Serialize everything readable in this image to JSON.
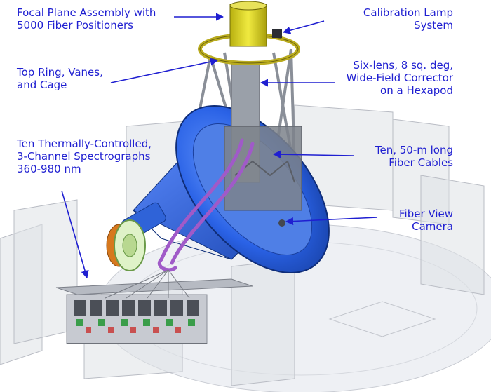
{
  "labels": {
    "focal_plane": [
      "Focal Plane Assembly with",
      "5000 Fiber Positioners"
    ],
    "calibration": [
      "Calibration Lamp",
      "System"
    ],
    "top_ring": [
      "Top Ring, Vanes,",
      "and Cage"
    ],
    "corrector": [
      "Six-lens, 8 sq. deg,",
      "Wide-Field Corrector",
      "on a Hexapod"
    ],
    "spectrographs": [
      "Ten Thermally-Controlled,",
      "3-Channel Spectrographs",
      "360-980 nm"
    ],
    "fiber_cables": [
      "Ten, 50-m long",
      "Fiber Cables"
    ],
    "fiber_view": [
      "Fiber View",
      "Camera"
    ]
  },
  "colors": {
    "label_text": "#1f1fd1",
    "arrow": "#1f1fd1",
    "mirror_cell_blue": "#1e5fe0",
    "truss_gray": "#8a8f98",
    "focal_plane_yellow": "#d8d21a",
    "fiber_purple": "#a05ac8"
  }
}
